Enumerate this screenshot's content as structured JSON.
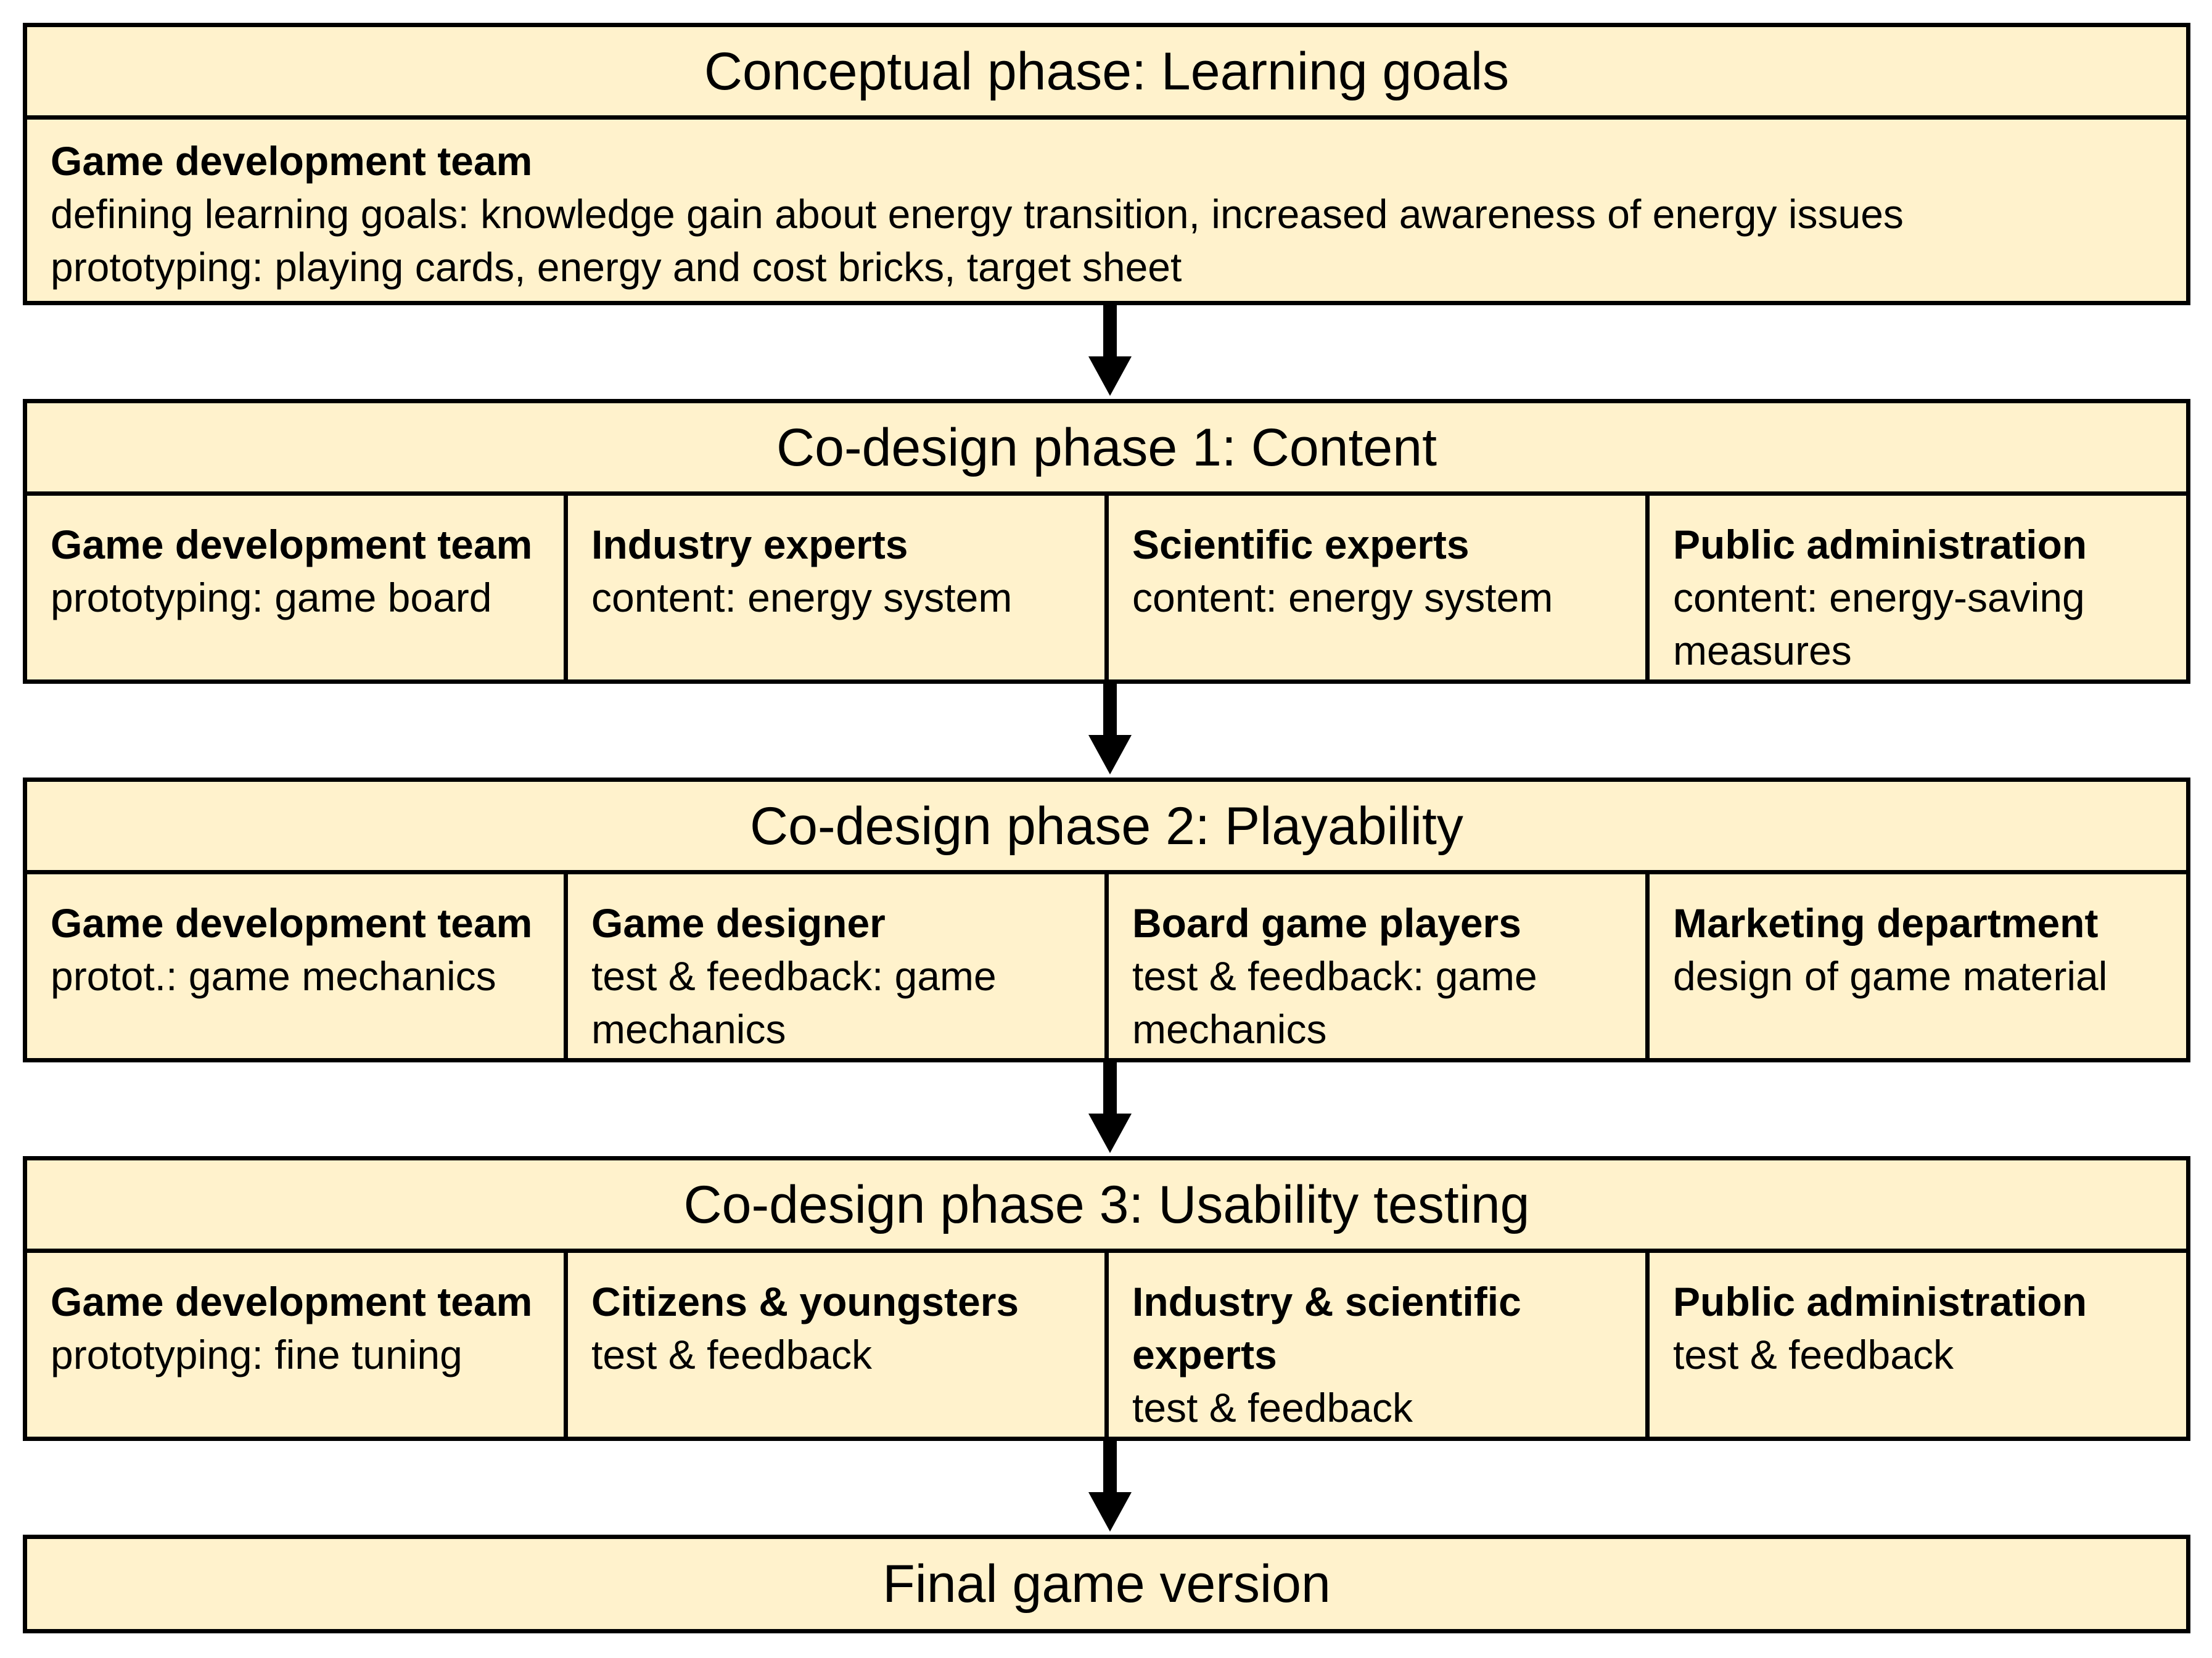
{
  "phases": [
    {
      "title": "Conceptual phase: Learning goals",
      "groups": [
        {
          "name": "Game development team",
          "lines": [
            "defining learning goals: knowledge gain about energy transition, increased awareness of energy issues",
            "prototyping: playing cards, energy and cost bricks, target sheet"
          ]
        }
      ]
    },
    {
      "title": "Co-design phase 1: Content",
      "groups": [
        {
          "name": "Game development team",
          "lines": [
            "prototyping: game board"
          ]
        },
        {
          "name": "Industry experts",
          "lines": [
            "content: energy system"
          ]
        },
        {
          "name": "Scientific experts",
          "lines": [
            "content: energy system"
          ]
        },
        {
          "name": "Public administration",
          "lines": [
            "content: energy-saving measures"
          ]
        }
      ]
    },
    {
      "title": "Co-design phase 2: Playability",
      "groups": [
        {
          "name": "Game development team",
          "lines": [
            "protot.: game mechanics"
          ]
        },
        {
          "name": "Game designer",
          "lines": [
            "test & feedback: game mechanics"
          ]
        },
        {
          "name": "Board game players",
          "lines": [
            "test & feedback: game mechanics"
          ]
        },
        {
          "name": "Marketing department",
          "lines": [
            "design of game material"
          ]
        }
      ]
    },
    {
      "title": "Co-design phase 3: Usability testing",
      "groups": [
        {
          "name": "Game development team",
          "lines": [
            "prototyping: fine tuning"
          ]
        },
        {
          "name": "Citizens & youngsters",
          "lines": [
            "test & feedback"
          ]
        },
        {
          "name": "Industry & scientific experts",
          "lines": [
            "test & feedback"
          ]
        },
        {
          "name": "Public administration",
          "lines": [
            "test & feedback"
          ]
        }
      ]
    },
    {
      "title": "Final game version",
      "groups": []
    }
  ]
}
